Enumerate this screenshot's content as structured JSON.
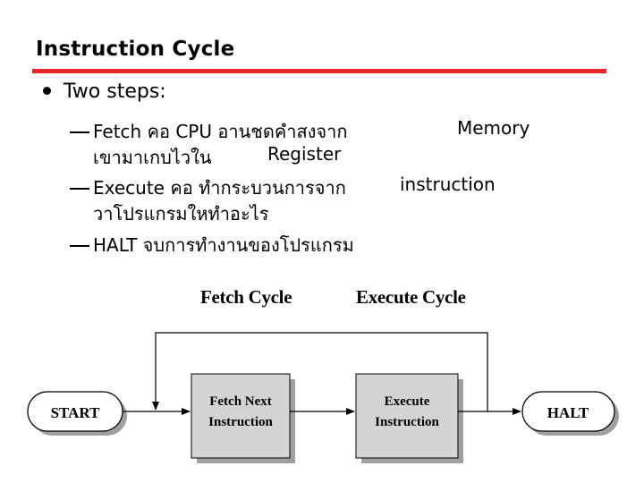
{
  "slide": {
    "title": "Instruction Cycle",
    "bullet": "Two steps:",
    "items": [
      {
        "a": "Fetch คอ   CPU อานชดคำสงจาก",
        "b": "Memory"
      },
      {
        "a": "เขามาเกบไวใน",
        "b": "Register"
      },
      {
        "a": "Execute คอ   ทำกระบวนการจาก",
        "b": "instruction"
      },
      {
        "a": "วาโปรแกรมใหทำอะไร"
      },
      {
        "a": "HALT จบการทำงานของโปรแกรม"
      }
    ]
  },
  "diagram": {
    "fetch_cycle_label": "Fetch Cycle",
    "execute_cycle_label": "Execute Cycle",
    "start": "START",
    "halt": "HALT",
    "fetch_box": [
      "Fetch Next",
      "Instruction"
    ],
    "execute_box": [
      "Execute",
      "Instruction"
    ]
  },
  "colors": {
    "accent_rule": "#e8282b",
    "box_fill": "#d4d4d4",
    "shadow": "#a0a0a0"
  }
}
